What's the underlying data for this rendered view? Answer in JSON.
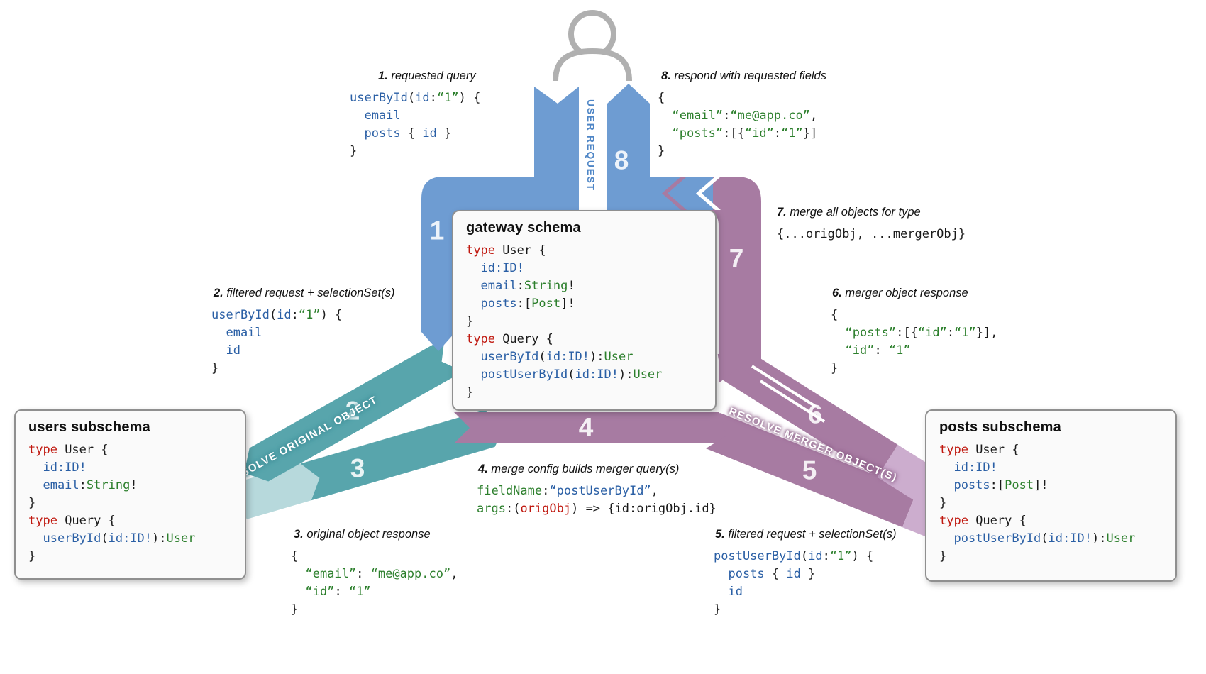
{
  "colors": {
    "blue": "#6e9cd2",
    "teal": "#58a5ac",
    "teal_light": "#b7d9dc",
    "purple": "#a77ba2",
    "purple_light": "#ccadce",
    "gray": "#b0b0b0",
    "white": "#ffffff"
  },
  "flow": {
    "user_request": "USER REQUEST",
    "resolve_original": "RESOLVE ORIGINAL OBJECT",
    "resolve_merger": "RESOLVE MERGER OBJECT(S)",
    "numbers": {
      "n1": "1",
      "n2": "2",
      "n3": "3",
      "n4": "4",
      "n5": "5",
      "n6": "6",
      "n7": "7",
      "n8": "8"
    }
  },
  "boxes": {
    "gateway": {
      "title": "gateway schema",
      "code": [
        [
          [
            "k",
            "type"
          ],
          [
            "d",
            " User {"
          ]
        ],
        [
          [
            "b",
            "  id:ID!"
          ]
        ],
        [
          [
            "b",
            "  email"
          ],
          [
            "d",
            ":"
          ],
          [
            "g",
            "String"
          ],
          [
            "d",
            "!"
          ]
        ],
        [
          [
            "b",
            "  posts"
          ],
          [
            "d",
            ":["
          ],
          [
            "g",
            "Post"
          ],
          [
            "d",
            "]!"
          ]
        ],
        [
          [
            "d",
            "}"
          ]
        ],
        [
          [
            "k",
            "type"
          ],
          [
            "d",
            " Query {"
          ]
        ],
        [
          [
            "b",
            "  userById"
          ],
          [
            "d",
            "("
          ],
          [
            "b",
            "id:ID!"
          ],
          [
            "d",
            "):"
          ],
          [
            "g",
            "User"
          ]
        ],
        [
          [
            "b",
            "  postUserById"
          ],
          [
            "d",
            "("
          ],
          [
            "b",
            "id:ID!"
          ],
          [
            "d",
            "):"
          ],
          [
            "g",
            "User"
          ]
        ],
        [
          [
            "d",
            "}"
          ]
        ]
      ]
    },
    "users": {
      "title": "users subschema",
      "code": [
        [
          [
            "k",
            "type"
          ],
          [
            "d",
            " User {"
          ]
        ],
        [
          [
            "b",
            "  id:ID!"
          ]
        ],
        [
          [
            "b",
            "  email"
          ],
          [
            "d",
            ":"
          ],
          [
            "g",
            "String"
          ],
          [
            "d",
            "!"
          ]
        ],
        [
          [
            "d",
            "}"
          ]
        ],
        [
          [
            "k",
            "type"
          ],
          [
            "d",
            " Query {"
          ]
        ],
        [
          [
            "b",
            "  userById"
          ],
          [
            "d",
            "("
          ],
          [
            "b",
            "id:ID!"
          ],
          [
            "d",
            "):"
          ],
          [
            "g",
            "User"
          ]
        ],
        [
          [
            "d",
            "}"
          ]
        ]
      ]
    },
    "posts": {
      "title": "posts subschema",
      "code": [
        [
          [
            "k",
            "type"
          ],
          [
            "d",
            " User {"
          ]
        ],
        [
          [
            "b",
            "  id:ID!"
          ]
        ],
        [
          [
            "b",
            "  posts"
          ],
          [
            "d",
            ":["
          ],
          [
            "g",
            "Post"
          ],
          [
            "d",
            "]!"
          ]
        ],
        [
          [
            "d",
            "}"
          ]
        ],
        [
          [
            "k",
            "type"
          ],
          [
            "d",
            " Query {"
          ]
        ],
        [
          [
            "b",
            "  postUserById"
          ],
          [
            "d",
            "("
          ],
          [
            "b",
            "id:ID!"
          ],
          [
            "d",
            "):"
          ],
          [
            "g",
            "User"
          ]
        ],
        [
          [
            "d",
            "}"
          ]
        ]
      ]
    }
  },
  "steps": {
    "s1": {
      "num": "1.",
      "label": "requested query",
      "code": [
        [
          [
            "b",
            "userById"
          ],
          [
            "d",
            "("
          ],
          [
            "b",
            "id"
          ],
          [
            "d",
            ":"
          ],
          [
            "g",
            "“1”"
          ],
          [
            "d",
            ") {"
          ]
        ],
        [
          [
            "b",
            "  email"
          ]
        ],
        [
          [
            "b",
            "  posts"
          ],
          [
            "d",
            " { "
          ],
          [
            "b",
            "id"
          ],
          [
            "d",
            " }"
          ]
        ],
        [
          [
            "d",
            "}"
          ]
        ]
      ]
    },
    "s2": {
      "num": "2.",
      "label": "filtered request + selectionSet(s)",
      "code": [
        [
          [
            "b",
            "userById"
          ],
          [
            "d",
            "("
          ],
          [
            "b",
            "id"
          ],
          [
            "d",
            ":"
          ],
          [
            "g",
            "“1”"
          ],
          [
            "d",
            ") {"
          ]
        ],
        [
          [
            "b",
            "  email"
          ]
        ],
        [
          [
            "b",
            "  id"
          ]
        ],
        [
          [
            "d",
            "}"
          ]
        ]
      ]
    },
    "s3": {
      "num": "3.",
      "label": "original object response",
      "code": [
        [
          [
            "d",
            "{"
          ]
        ],
        [
          [
            "d",
            "  "
          ],
          [
            "g",
            "“email”"
          ],
          [
            "d",
            ": "
          ],
          [
            "g",
            "“me@app.co”"
          ],
          [
            "d",
            ","
          ]
        ],
        [
          [
            "d",
            "  "
          ],
          [
            "g",
            "“id”"
          ],
          [
            "d",
            ": "
          ],
          [
            "g",
            "“1”"
          ]
        ],
        [
          [
            "d",
            "}"
          ]
        ]
      ]
    },
    "s4": {
      "num": "4.",
      "label": "merge config builds merger query(s)",
      "code": [
        [
          [
            "g",
            "fieldName"
          ],
          [
            "d",
            ":"
          ],
          [
            "b",
            "“postUserById”"
          ],
          [
            "d",
            ","
          ]
        ],
        [
          [
            "g",
            "args"
          ],
          [
            "d",
            ":("
          ],
          [
            "k",
            "origObj"
          ],
          [
            "d",
            ") => {id:origObj.id}"
          ]
        ]
      ]
    },
    "s5": {
      "num": "5.",
      "label": "filtered request + selectionSet(s)",
      "code": [
        [
          [
            "b",
            "postUserById"
          ],
          [
            "d",
            "("
          ],
          [
            "b",
            "id"
          ],
          [
            "d",
            ":"
          ],
          [
            "g",
            "“1”"
          ],
          [
            "d",
            ") {"
          ]
        ],
        [
          [
            "b",
            "  posts"
          ],
          [
            "d",
            " { "
          ],
          [
            "b",
            "id"
          ],
          [
            "d",
            " }"
          ]
        ],
        [
          [
            "b",
            "  id"
          ]
        ],
        [
          [
            "d",
            "}"
          ]
        ]
      ]
    },
    "s6": {
      "num": "6.",
      "label": "merger object response",
      "code": [
        [
          [
            "d",
            "{"
          ]
        ],
        [
          [
            "d",
            "  "
          ],
          [
            "g",
            "“posts”"
          ],
          [
            "d",
            ":[{"
          ],
          [
            "g",
            "“id”"
          ],
          [
            "d",
            ":"
          ],
          [
            "g",
            "“1”"
          ],
          [
            "d",
            "}],"
          ]
        ],
        [
          [
            "d",
            "  "
          ],
          [
            "g",
            "“id”"
          ],
          [
            "d",
            ": "
          ],
          [
            "g",
            "“1”"
          ]
        ],
        [
          [
            "d",
            "}"
          ]
        ]
      ]
    },
    "s7": {
      "num": "7.",
      "label": "merge all objects for type",
      "code": [
        [
          [
            "d",
            "{...origObj, ...mergerObj}"
          ]
        ]
      ]
    },
    "s8": {
      "num": "8.",
      "label": "respond with requested fields",
      "code": [
        [
          [
            "d",
            "{"
          ]
        ],
        [
          [
            "d",
            "  "
          ],
          [
            "g",
            "“email”"
          ],
          [
            "d",
            ":"
          ],
          [
            "g",
            "“me@app.co”"
          ],
          [
            "d",
            ","
          ]
        ],
        [
          [
            "d",
            "  "
          ],
          [
            "g",
            "“posts”"
          ],
          [
            "d",
            ":[{"
          ],
          [
            "g",
            "“id”"
          ],
          [
            "d",
            ":"
          ],
          [
            "g",
            "“1”"
          ],
          [
            "d",
            "}]"
          ]
        ],
        [
          [
            "d",
            "}"
          ]
        ]
      ]
    }
  }
}
